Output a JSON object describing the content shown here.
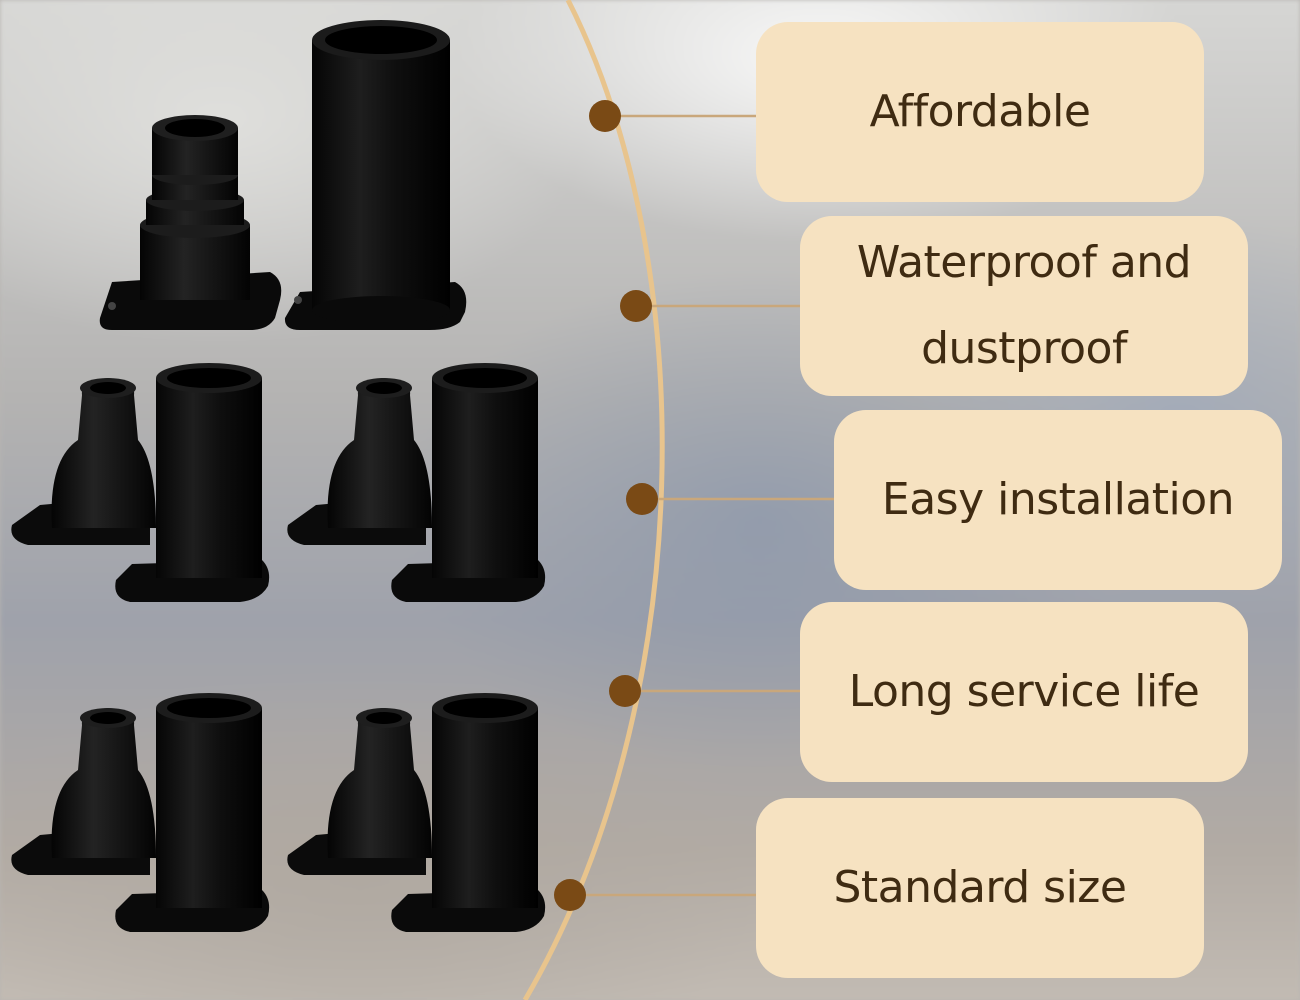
{
  "colors": {
    "box_fill": "#f6e2c1",
    "box_text": "#3f2b12",
    "curve": "#e8c48d",
    "connector_dot": "#7a4a15",
    "product": "#0c0c0c"
  },
  "features": [
    {
      "label": "Affordable"
    },
    {
      "label": "Waterproof and dustproof"
    },
    {
      "label": "Easy installation"
    },
    {
      "label": "Long service life"
    },
    {
      "label": "Standard size"
    }
  ],
  "product_images": {
    "large_pair": {
      "depicts": "cable-gland-pair-large"
    },
    "small_pairs": [
      {
        "depicts": "cable-gland-pair"
      },
      {
        "depicts": "cable-gland-pair"
      },
      {
        "depicts": "cable-gland-pair"
      },
      {
        "depicts": "cable-gland-pair"
      }
    ]
  }
}
